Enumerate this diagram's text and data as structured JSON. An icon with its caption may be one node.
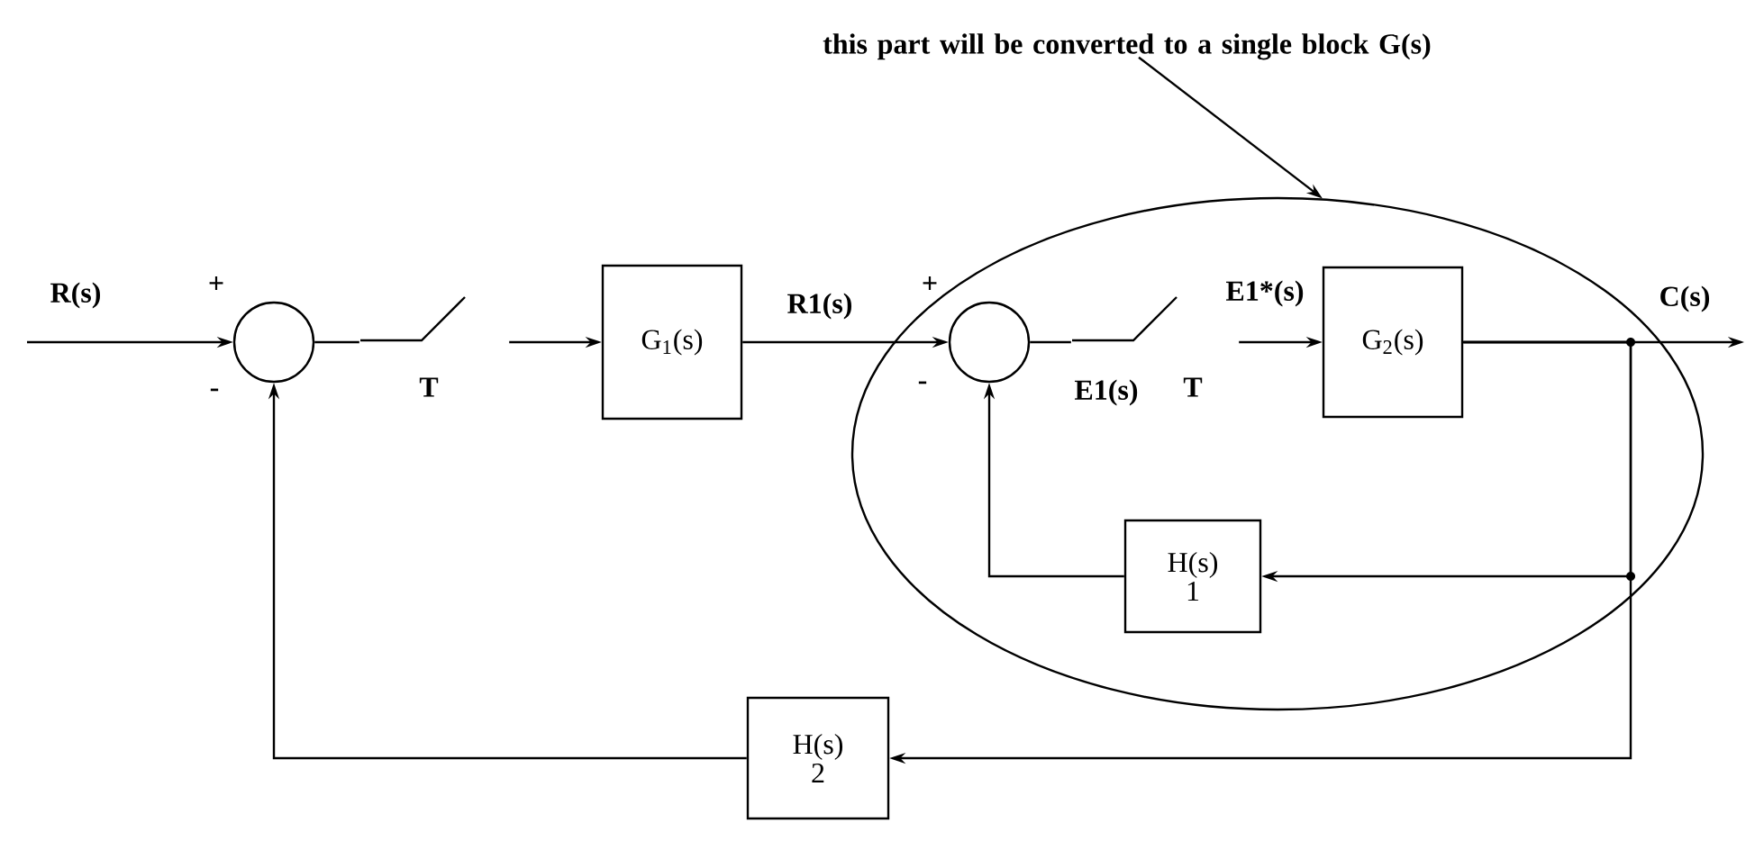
{
  "diagram": {
    "nodes": [
      {
        "text": [],
        "shape": "circle"
      },
      {
        "text": [],
        "shape": "switch",
        "beside": [
          "T"
        ]
      },
      {
        "text": [
          "G$_{1}$(s)"
        ]
      },
      {
        "text": [],
        "shape": "ellipse"
      },
      {
        "text": [],
        "shape": "circle",
        "in": 3
      },
      {
        "text": [],
        "shape": "switch",
        "in": 3,
        "beside": [
          "T"
        ]
      },
      {
        "text": [
          "G$_{2}$(s)"
        ],
        "in": 3
      },
      {
        "text": [
          "H(s)",
          "1"
        ],
        "in": 3
      },
      {
        "text": [
          "H(s)",
          "2"
        ]
      },
      {
        "text": [
          "this part will be converted to a single block G(s)"
        ]
      }
    ],
    "edges": [
      {
        "from": null,
        "to": 0,
        "arrow": "to",
        "label": "R(s)"
      },
      {
        "from": 0,
        "to": 1,
        "arrow": "none"
      },
      {
        "from": 1,
        "to": 2,
        "arrow": "to"
      },
      {
        "from": 2,
        "to": 4,
        "arrow": "to",
        "label": "R1(s)"
      },
      {
        "from": 4,
        "to": 5,
        "arrow": "none",
        "label": "E1(s)"
      },
      {
        "from": 5,
        "to": 6,
        "arrow": "to",
        "label": "E1*(s)"
      },
      {
        "from": 6,
        "to": null,
        "arrow": "to",
        "label": "C(s)"
      },
      {
        "from": 6,
        "to": 7,
        "arrow": "to"
      },
      {
        "from": 6,
        "to": 8,
        "arrow": "to"
      },
      {
        "from": 7,
        "to": 4,
        "arrow": "to"
      },
      {
        "from": 8,
        "to": 0,
        "arrow": "to"
      },
      {
        "from": 9,
        "to": 3,
        "arrow": "to"
      }
    ],
    "labels": [
      "+",
      "-",
      "+",
      "-"
    ]
  }
}
